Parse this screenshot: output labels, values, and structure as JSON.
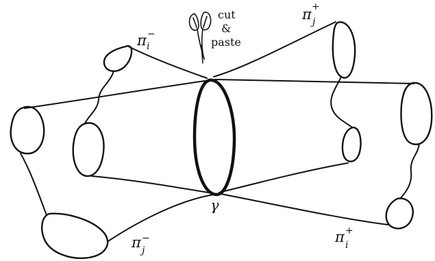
{
  "diagram": {
    "labels": {
      "pi_i_minus": {
        "base": "π",
        "sub": "i",
        "sup": "−"
      },
      "pi_j_plus": {
        "base": "π",
        "sub": "j",
        "sup": "+"
      },
      "pi_j_minus": {
        "base": "π",
        "sub": "j",
        "sup": "−"
      },
      "pi_i_plus": {
        "base": "π",
        "sub": "i",
        "sup": "+"
      },
      "gamma": "γ"
    },
    "cut_paste_note": {
      "line1": "cut",
      "line2": "&",
      "line3": "paste"
    },
    "icons": {
      "scissors": "scissors-icon"
    }
  }
}
